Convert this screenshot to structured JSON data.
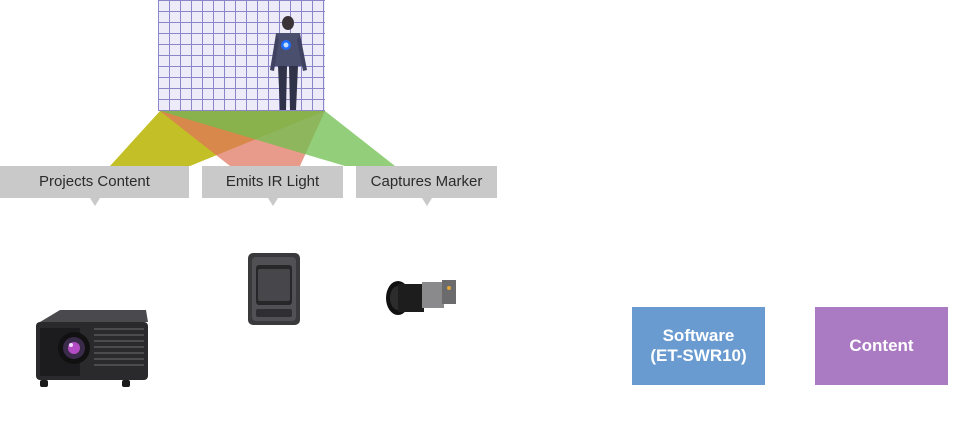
{
  "labels": {
    "projects": "Projects Content",
    "emits": "Emits IR Light",
    "captures": "Captures Marker"
  },
  "boxes": {
    "software": "Software\n(ET-SWR10)",
    "content": "Content"
  },
  "colors": {
    "software_box": "#6a9bd0",
    "content_box": "#aa7ac3",
    "callout_bg": "#c9c9c9",
    "beam_projector": "#b9b400",
    "beam_ir": "#e0705a",
    "beam_camera": "#6fbf4e"
  }
}
